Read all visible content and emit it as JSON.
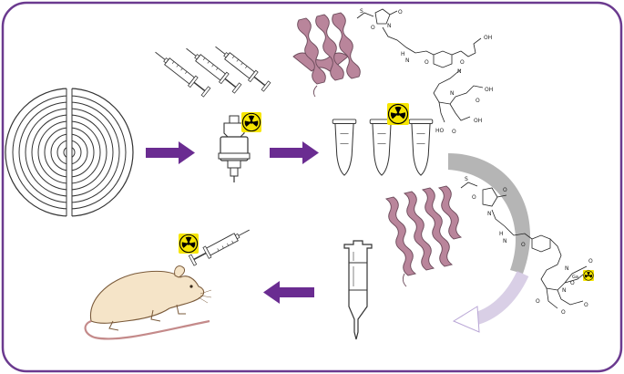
{
  "colors": {
    "frame": "#6b3a8f",
    "arrow": "#6a2c91",
    "protein": "#b9859b",
    "protein_stroke": "#6b4a5a",
    "trefoil": "#000000",
    "trefoil_bg": "#f7e600",
    "mouse_fill": "#f5e4c8",
    "mouse_stroke": "#7a5a3a",
    "tail": "#c48a8a",
    "curved_arrow_top": "#b0b0b0",
    "curved_arrow_bottom": "#cfc3e0"
  },
  "icons": {
    "radioactive": "radiation-trefoil-icon",
    "syringe": "syringe-icon",
    "generator": "radionuclide-generator-icon",
    "tube": "microcentrifuge-tube-icon",
    "spiral_target": "cyclotron-spiral-target-icon",
    "cartridge": "purification-cartridge-icon",
    "mouse": "mouse-icon",
    "protein": "helix-protein-icon"
  },
  "chemistry": {
    "top_structure": {
      "atoms": [
        "S",
        "O",
        "N",
        "O",
        "H",
        "N",
        "O",
        "N",
        "OH",
        "O",
        "N",
        "O",
        "OH",
        "HO",
        "O",
        "OH"
      ]
    },
    "bottom_structure": {
      "atoms": [
        "S",
        "O",
        "N",
        "O",
        "H",
        "N",
        "O",
        "N",
        "O",
        "O",
        "N",
        "O",
        "O",
        "Ga",
        "O"
      ]
    }
  }
}
